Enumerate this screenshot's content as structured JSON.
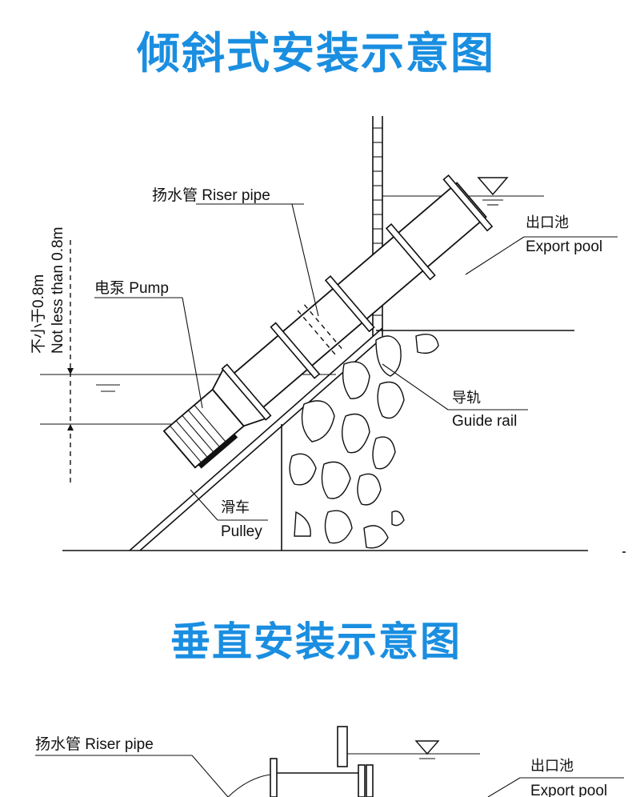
{
  "title_inclined": "倾斜式安装示意图",
  "title_vertical": "垂直安装示意图",
  "inclined": {
    "riser_pipe": "扬水管 Riser pipe",
    "pump": "电泵 Pump",
    "export_pool_cn": "出口池",
    "export_pool_en": "Export pool",
    "guide_rail_cn": "导轨",
    "guide_rail_en": "Guide rail",
    "pulley_cn": "滑车",
    "pulley_en": "Pulley",
    "depth_cn": "不小于0.8m",
    "depth_en": "Not less than 0.8m"
  },
  "vertical": {
    "riser_pipe": "扬水管 Riser pipe",
    "export_pool_cn": "出口池",
    "export_pool_en": "Export pool"
  },
  "colors": {
    "title": "#1a8ee0",
    "ink": "#111111"
  }
}
